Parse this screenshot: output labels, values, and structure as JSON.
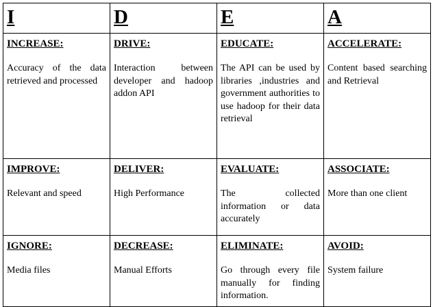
{
  "letters": [
    "I",
    "D",
    "E",
    "A"
  ],
  "rows": [
    {
      "cells": [
        {
          "heading": "INCREASE:",
          "text": "Accuracy of the data retrieved and processed"
        },
        {
          "heading": "DRIVE:",
          "text": "Interaction between developer and hadoop addon API"
        },
        {
          "heading": "EDUCATE:",
          "text": "The API can be used by libraries ,industries and government authorities to use hadoop for their data retrieval"
        },
        {
          "heading": "ACCELERATE:",
          "text": "Content based searching and Retrieval"
        }
      ]
    },
    {
      "cells": [
        {
          "heading": "IMPROVE:",
          "text": "Relevant and speed"
        },
        {
          "heading": "DELIVER:",
          "text": "High Performance"
        },
        {
          "heading": "EVALUATE:",
          "text": "The collected information or data accurately"
        },
        {
          "heading": "ASSOCIATE:",
          "text": "More than one client"
        }
      ]
    },
    {
      "cells": [
        {
          "heading": "IGNORE:",
          "text": "Media files"
        },
        {
          "heading": "DECREASE:",
          "text": "Manual Efforts"
        },
        {
          "heading": "ELIMINATE:",
          "text": "Go through every file manually for finding information."
        },
        {
          "heading": "AVOID:",
          "text": "System failure"
        }
      ]
    }
  ]
}
